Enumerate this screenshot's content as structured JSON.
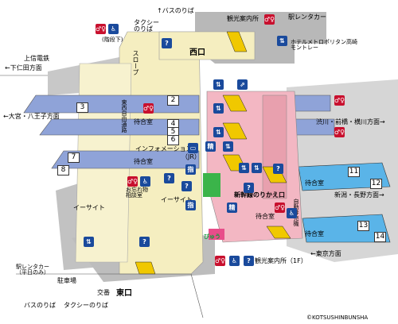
{
  "labels": {
    "bus_stop_top": "↑バスのりば",
    "taxi_stop_top": "タクシー\nのりば",
    "restroom_floor": "(階段下)",
    "slope": "スロープ",
    "tourist_info_2f": "観光案内所",
    "rent_a_car_top": "駅レンタカー",
    "hotel": "ホテルメトロポリタン高崎\nモントレー",
    "west_exit": "西口",
    "joshin": "上信電鉄",
    "shimonita": "←下仁田方面",
    "omiya": "←大宮・八王子方面",
    "tozai_passage": "東西自由通路",
    "waiting_room": "待合室",
    "information": "インフォメーション",
    "jr": "（JR）",
    "lost_items": "お忘れ物\n相談室",
    "e_site_left": "イーサイト",
    "e_site_right": "イーサイト",
    "shinkansen_gate": "新幹線のりかえ口",
    "shibukawa": "渋川・前橋・横川方面→",
    "niigata": "新潟・長野方面→",
    "tokyo": "←東京方面",
    "tourist_info_1f": "観光案内所（1F）",
    "east_exit": "東口",
    "bus_stop_bottom": "バスのりば",
    "taxi_stop_bottom": "タクシーのりば",
    "rent_a_car_bottom": "駅レンタカー\n（平日のみ）",
    "parking": "駐車場",
    "koban": "交番",
    "copyright": "©KOTSUSHINBUNSHA",
    "green_window": "びゅう",
    "shitei_1": "指",
    "shitei_2": "指",
    "sei": "精",
    "jihanki": "自動券売機"
  },
  "platforms": [
    "2",
    "3",
    "4",
    "5",
    "6",
    "7",
    "8",
    "11",
    "12",
    "13",
    "14"
  ],
  "colors": {
    "floor": "#f5eec0",
    "platform_blue": "#8fa3d8",
    "shinkansen": "#5ab4e8",
    "gray_building": "#b0b0b0",
    "pink": "#f3b7c3",
    "stairs": "#f0c800"
  },
  "icons": {
    "restroom": "restroom-icon",
    "accessible": "accessible-icon",
    "elevator": "elevator-icon",
    "escalator": "escalator-icon",
    "info": "info-icon",
    "ticket": "ticket-icon"
  }
}
